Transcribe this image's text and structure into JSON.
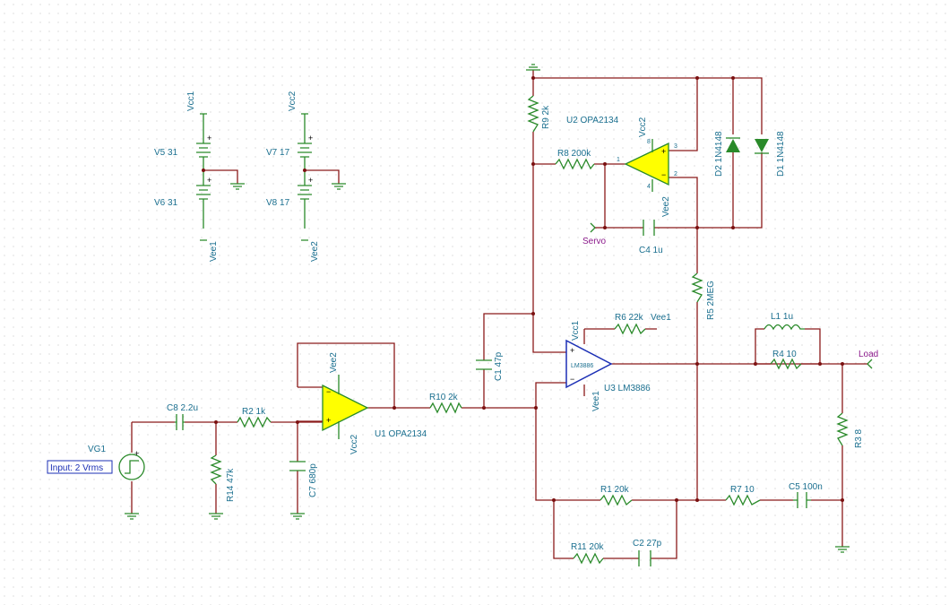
{
  "components": {
    "v5": "V5 31",
    "v6": "V6 31",
    "v7": "V7 17",
    "v8": "V8 17",
    "vg1": "VG1",
    "vg1_setting": "Input: 2 Vrms",
    "c8": "C8 2.2u",
    "r2": "R2 1k",
    "r14": "R14 47k",
    "c7": "C7 680p",
    "u1": "U1 OPA2134",
    "r10": "R10 2k",
    "c1": "C1 47p",
    "r9": "R9 2k",
    "r8": "R8 200k",
    "u2": "U2 OPA2134",
    "c4": "C4 1u",
    "d2": "D2 1N4148",
    "d1": "D1 1N4148",
    "r5": "R5 2MEG",
    "r6": "R6 22k",
    "u3": "U3 LM3886",
    "u3_body": "LM3886",
    "l1": "L1 1u",
    "r4": "R4 10",
    "r3": "R3 8",
    "r1": "R1 20k",
    "r7": "R7 10",
    "c5": "C5 100n",
    "r11": "R11 20k",
    "c2": "C2 27p"
  },
  "nets": {
    "vcc1": "Vcc1",
    "vee1": "Vee1",
    "vcc2": "Vcc2",
    "vee2": "Vee2",
    "servo": "Servo",
    "load": "Load"
  },
  "pins": {
    "p1": "1",
    "p2": "2",
    "p3": "3",
    "p4": "4",
    "p8": "8",
    "plus": "+",
    "minus": "−"
  },
  "colors": {
    "wire": "#8b1a1a",
    "component": "#2a8a2a",
    "label": "#1a6f8f",
    "opamp_fill": "#ffff00",
    "lm3886_fill": "#ffffff",
    "net_label": "#8b1a8b"
  }
}
